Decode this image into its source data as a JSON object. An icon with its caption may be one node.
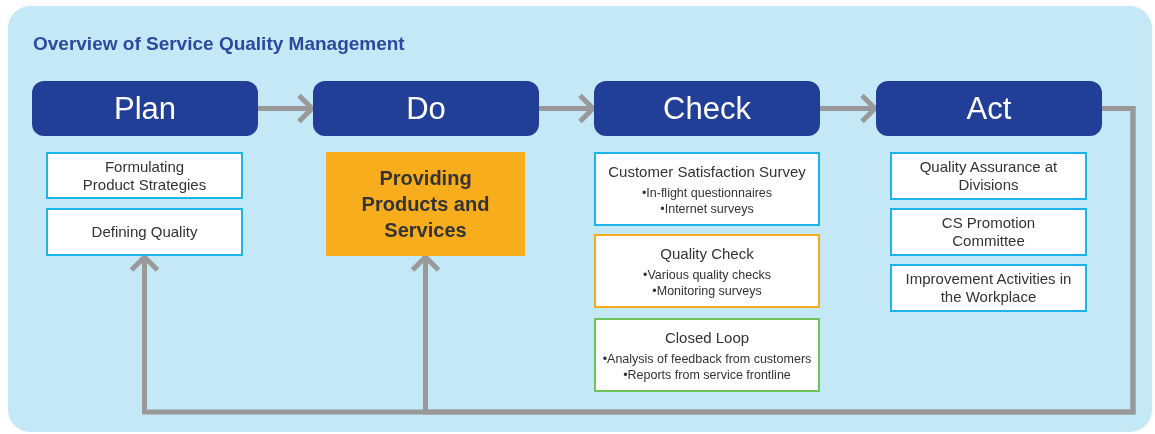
{
  "diagram": {
    "title": "Overview of Service Quality Management",
    "nodes": [
      {
        "text": [
          "Plan"
        ]
      },
      {
        "text": [
          "Do"
        ]
      },
      {
        "text": [
          "Check"
        ]
      },
      {
        "text": [
          "Act"
        ]
      },
      {
        "text": [
          "Formulating Product Strategies"
        ]
      },
      {
        "text": [
          "Defining Quality"
        ]
      },
      {
        "text": [
          "Providing Products and Services"
        ]
      },
      {
        "text": [
          "Customer Satisfaction Survey",
          "•In-flight questionnaires",
          "•Internet surveys"
        ]
      },
      {
        "text": [
          "Quality Check",
          "•Various quality checks",
          "•Monitoring surveys"
        ]
      },
      {
        "text": [
          "Closed Loop",
          "•Analysis of feedback from customers",
          "•Reports from service frontline"
        ]
      },
      {
        "text": [
          "Quality Assurance at Divisions"
        ]
      },
      {
        "text": [
          "CS Promotion Committee"
        ]
      },
      {
        "text": [
          "Improvement Activities in the Workplace"
        ]
      }
    ],
    "edges": [
      {
        "from": 0,
        "to": 1,
        "arrow": "to"
      },
      {
        "from": 1,
        "to": 2,
        "arrow": "to"
      },
      {
        "from": 2,
        "to": 3,
        "arrow": "to"
      },
      {
        "from": 3,
        "to": 5,
        "arrow": "to"
      },
      {
        "from": 3,
        "to": 6,
        "arrow": "to"
      }
    ]
  }
}
